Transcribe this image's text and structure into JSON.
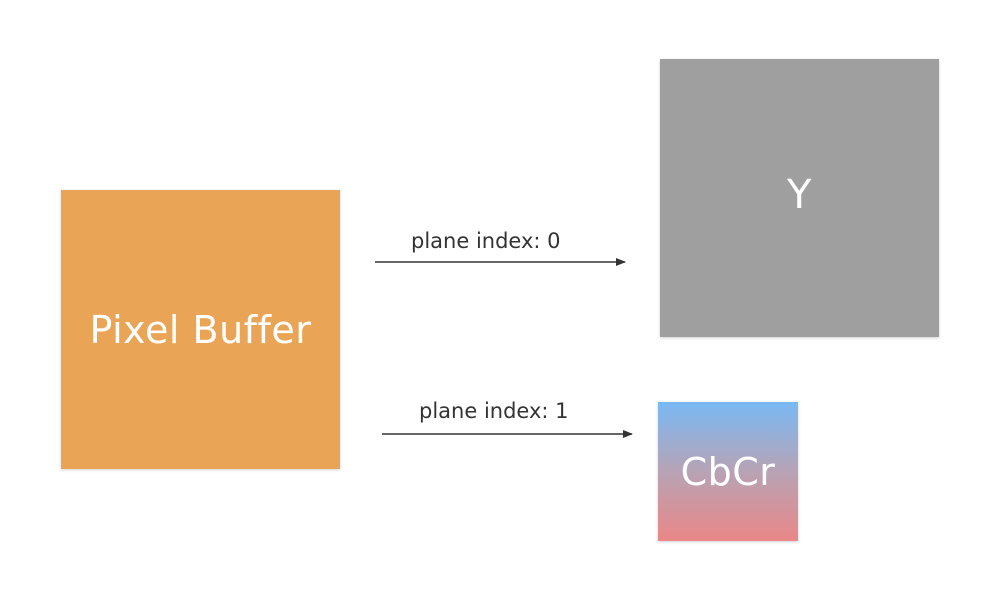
{
  "source": {
    "label": "Pixel Buffer",
    "color": "#e9a555"
  },
  "planes": [
    {
      "label": "Y",
      "arrow_label": "plane index: 0",
      "color": "#9f9f9f"
    },
    {
      "label": "CbCr",
      "arrow_label": "plane index: 1",
      "gradient": [
        "#79b9f4",
        "#ea8787"
      ]
    }
  ],
  "arrow_color": "#333333"
}
